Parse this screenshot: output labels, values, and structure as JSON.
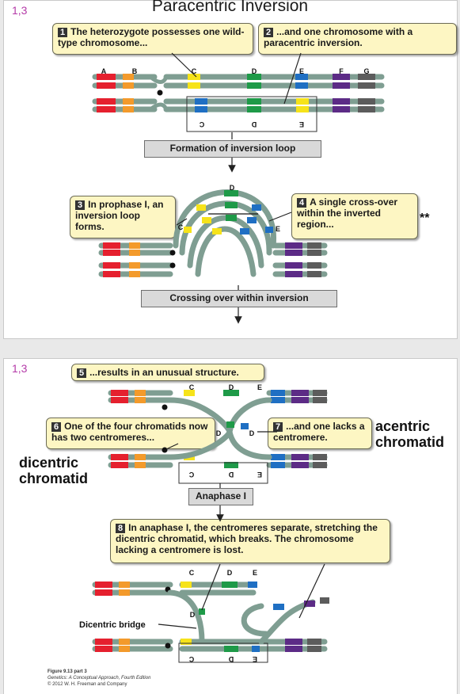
{
  "slide_num_1": "1,3",
  "slide_num_2": "1,3",
  "title": "Paracentric Inversion",
  "colors": {
    "red": "#e5202e",
    "orange": "#f39a2b",
    "yellow": "#f6e31a",
    "blue": "#1f6fc3",
    "green": "#1e9a48",
    "purple": "#5c2b86",
    "gray": "#5c5c5c",
    "strand": "#7f9e92",
    "callout": "#fdf6c3"
  },
  "callouts": {
    "c1": {
      "num": "1",
      "text": "The heterozygote possesses one wild-type chromosome..."
    },
    "c2": {
      "num": "2",
      "text": "...and one chromosome with a paracentric inversion."
    },
    "c3": {
      "num": "3",
      "text": "In prophase I, an inversion loop forms."
    },
    "c4": {
      "num": "4",
      "text": "A single cross-over within the inverted region..."
    },
    "c5": {
      "num": "5",
      "text": "...results in an unusual structure."
    },
    "c6": {
      "num": "6",
      "text": "One of the four chromatids now has two centromeres..."
    },
    "c7": {
      "num": "7",
      "text": "...and one lacks a centromere."
    },
    "c8": {
      "num": "8",
      "text": "In anaphase I, the centromeres separate, stretching the dicentric chromatid, which breaks. The chromosome lacking a centromere is lost."
    }
  },
  "steps": {
    "s1": "Formation of inversion loop",
    "s2": "Crossing over within inversion",
    "s3": "Anaphase I"
  },
  "annotations": {
    "stars": "**",
    "acentric": "acentric\nchromatid",
    "dicentric": "dicentric\nchromatid",
    "dicentric_bridge": "Dicentric bridge"
  },
  "gene_labels": [
    "A",
    "B",
    "C",
    "D",
    "E",
    "F",
    "G"
  ],
  "caption": {
    "line1": "Figure 9.13 part 3",
    "line2": "Genetics: A Conceptual Approach, Fourth Edition",
    "line3": "© 2012 W. H. Freeman and Company"
  }
}
